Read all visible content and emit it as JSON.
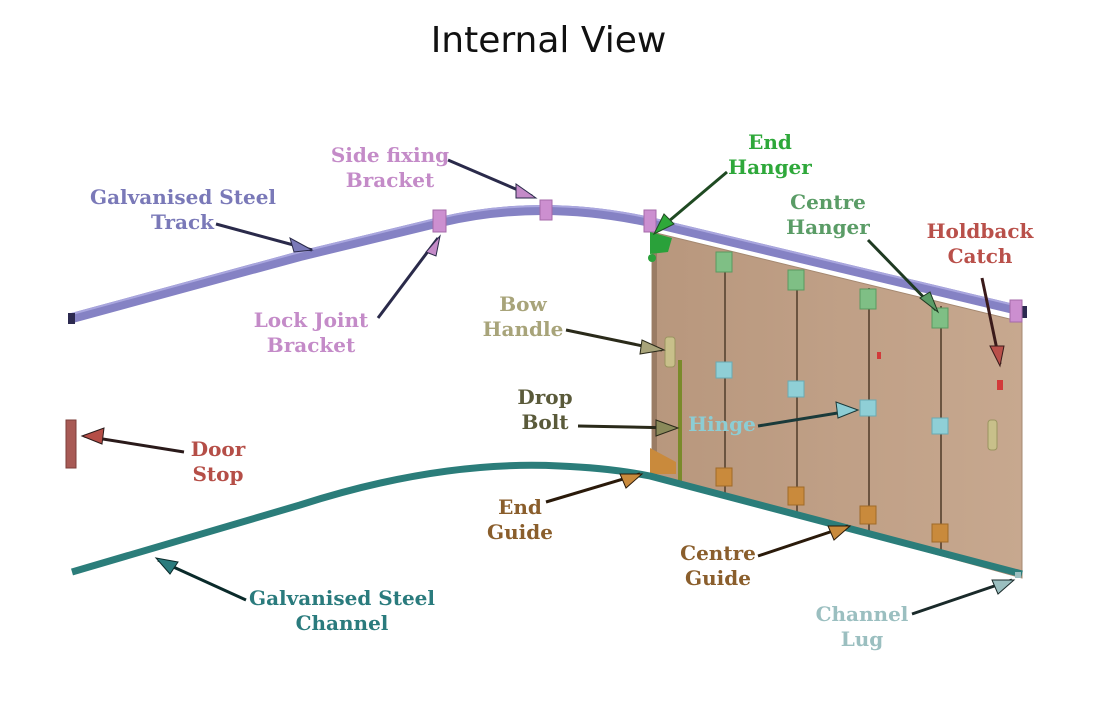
{
  "title": "Internal View",
  "colors": {
    "track": "#8582c4",
    "track_dark": "#6f6ab0",
    "bracket": "#cc8fd0",
    "channel": "#2b7d7a",
    "panel": "#c1a189",
    "panel_gap": "#6b5440",
    "end_hanger": "#2aa13a",
    "centre_hanger": "#7fbf85",
    "hinge": "#8fcfd6",
    "guide": "#c98a3c",
    "door_stop": "#a85a55",
    "bow_handle": "#c8c08a",
    "drop_bolt": "#7a8a2a",
    "holdback": "#d23a3a"
  },
  "labels": [
    {
      "id": "galvanised-steel-track",
      "lines": [
        "Galvanised Steel",
        "Track"
      ],
      "color": "#7a79b8"
    },
    {
      "id": "side-fixing-bracket",
      "lines": [
        "Side fixing",
        "Bracket"
      ],
      "color": "#c48bc8"
    },
    {
      "id": "lock-joint-bracket",
      "lines": [
        "Lock Joint",
        "Bracket"
      ],
      "color": "#c48bc8"
    },
    {
      "id": "end-hanger",
      "lines": [
        "End",
        "Hanger"
      ],
      "color": "#2ea83a"
    },
    {
      "id": "centre-hanger",
      "lines": [
        "Centre",
        "Hanger"
      ],
      "color": "#5a9c66"
    },
    {
      "id": "holdback-catch",
      "lines": [
        "Holdback",
        "Catch"
      ],
      "color": "#b9504a"
    },
    {
      "id": "bow-handle",
      "lines": [
        "Bow",
        "Handle"
      ],
      "color": "#a8a47a"
    },
    {
      "id": "drop-bolt",
      "lines": [
        "Drop",
        "Bolt"
      ],
      "color": "#5a5a3a"
    },
    {
      "id": "hinge",
      "lines": [
        "Hinge"
      ],
      "color": "#8ccdd4"
    },
    {
      "id": "door-stop",
      "lines": [
        "Door",
        "Stop"
      ],
      "color": "#b54e47"
    },
    {
      "id": "end-guide",
      "lines": [
        "End",
        "Guide"
      ],
      "color": "#8a5e2c"
    },
    {
      "id": "centre-guide",
      "lines": [
        "Centre",
        "Guide"
      ],
      "color": "#8a5e2c"
    },
    {
      "id": "galvanised-steel-channel",
      "lines": [
        "Galvanised Steel",
        "Channel"
      ],
      "color": "#2a7b7d"
    },
    {
      "id": "channel-lug",
      "lines": [
        "Channel",
        "Lug"
      ],
      "color": "#9bbfc0"
    }
  ]
}
